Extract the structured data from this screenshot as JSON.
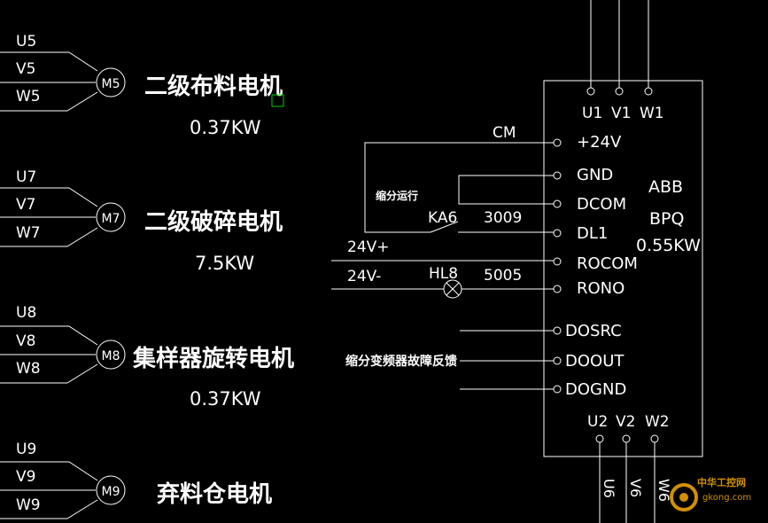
{
  "motors": [
    {
      "terminals": [
        "U5",
        "V5",
        "W5"
      ],
      "id": "M5",
      "name": "二级布料电机",
      "power": "0.37KW"
    },
    {
      "terminals": [
        "U7",
        "V7",
        "W7"
      ],
      "id": "M7",
      "name": "二级破碎电机",
      "power": "7.5KW"
    },
    {
      "terminals": [
        "U8",
        "V8",
        "W8"
      ],
      "id": "M8",
      "name": "集样器旋转电机",
      "power": "0.37KW"
    },
    {
      "terminals": [
        "U9",
        "V9",
        "W9"
      ],
      "id": "M9",
      "name": "弃料仓电机",
      "power": ""
    }
  ],
  "vfd": {
    "lines": [
      "ABB",
      "BPQ",
      "0.55KW"
    ],
    "top_terminals": [
      "U1",
      "V1",
      "W1"
    ],
    "bottom_terminals": [
      "U2",
      "V2",
      "W2"
    ],
    "left_terminals": [
      "+24V",
      "GND",
      "DCOM",
      "DL1",
      "ROCOM",
      "RONO",
      "DOSRC",
      "DOOUT",
      "DOGND"
    ]
  },
  "labels": {
    "cm": "CM",
    "shrink_run": "缩分运行",
    "ka6": "KA6",
    "ka6_num": "3009",
    "v24_plus": "24V+",
    "v24_minus": "24V-",
    "hl8": "HL8",
    "hl8_num": "5005",
    "fault_feedback": "缩分变频器故障反馈"
  },
  "output_wire_labels": [
    "U6",
    "V6",
    "W6"
  ],
  "watermark": {
    "text": "中华工控网",
    "url": "gkong.com"
  },
  "colors": {
    "background": "#000000",
    "lines": "#ffffff",
    "cursor": "#00cc00",
    "watermark": "#e8a000"
  }
}
